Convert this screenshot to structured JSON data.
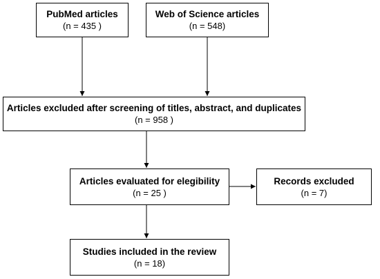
{
  "flow": {
    "pubmed": {
      "title": "PubMed articles",
      "count": "(n = 435 )"
    },
    "wos": {
      "title": "Web of Science articles",
      "count": "(n = 548)"
    },
    "excluded": {
      "title": "Articles excluded after screening of titles, abstract, and duplicates",
      "count": "(n = 958 )"
    },
    "eval": {
      "title": "Articles evaluated for elegibility",
      "count": "(n = 25 )"
    },
    "records": {
      "title": "Records excluded",
      "count": "(n = 7)"
    },
    "included": {
      "title": "Studies included in the review",
      "count": "(n = 18)"
    }
  },
  "colors": {
    "line": "#000000",
    "box_border": "#000000",
    "background": "#ffffff"
  }
}
